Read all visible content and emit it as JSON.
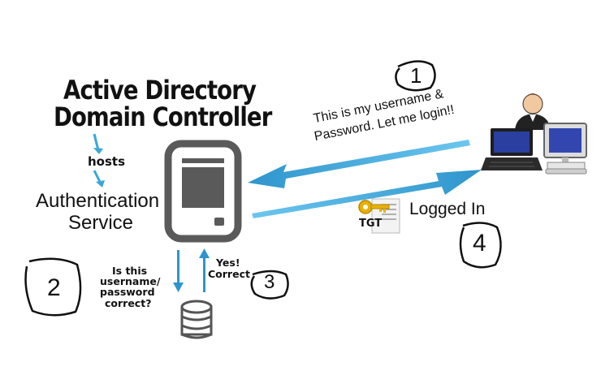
{
  "title": {
    "line1": "Active Directory",
    "line2": "Domain Controller"
  },
  "hosts_label": "hosts",
  "service": {
    "line1": "Authentication",
    "line2": "Service"
  },
  "user_message": {
    "line1": "This is my username &",
    "line2": "Password. Let me login!!"
  },
  "query": {
    "line1": "Is this",
    "line2": "username/",
    "line3": "password",
    "line4": "correct?"
  },
  "reply": {
    "line1": "Yes!",
    "line2": "Correct"
  },
  "logged_in": "Logged In",
  "ticket_label": "TGT",
  "steps": [
    "1",
    "2",
    "3",
    "4"
  ],
  "colors": {
    "arrow": "#3aa7d8",
    "arrow_dark": "#1f7fb0",
    "server": "#5a5a5a",
    "key": "#e8b100"
  }
}
